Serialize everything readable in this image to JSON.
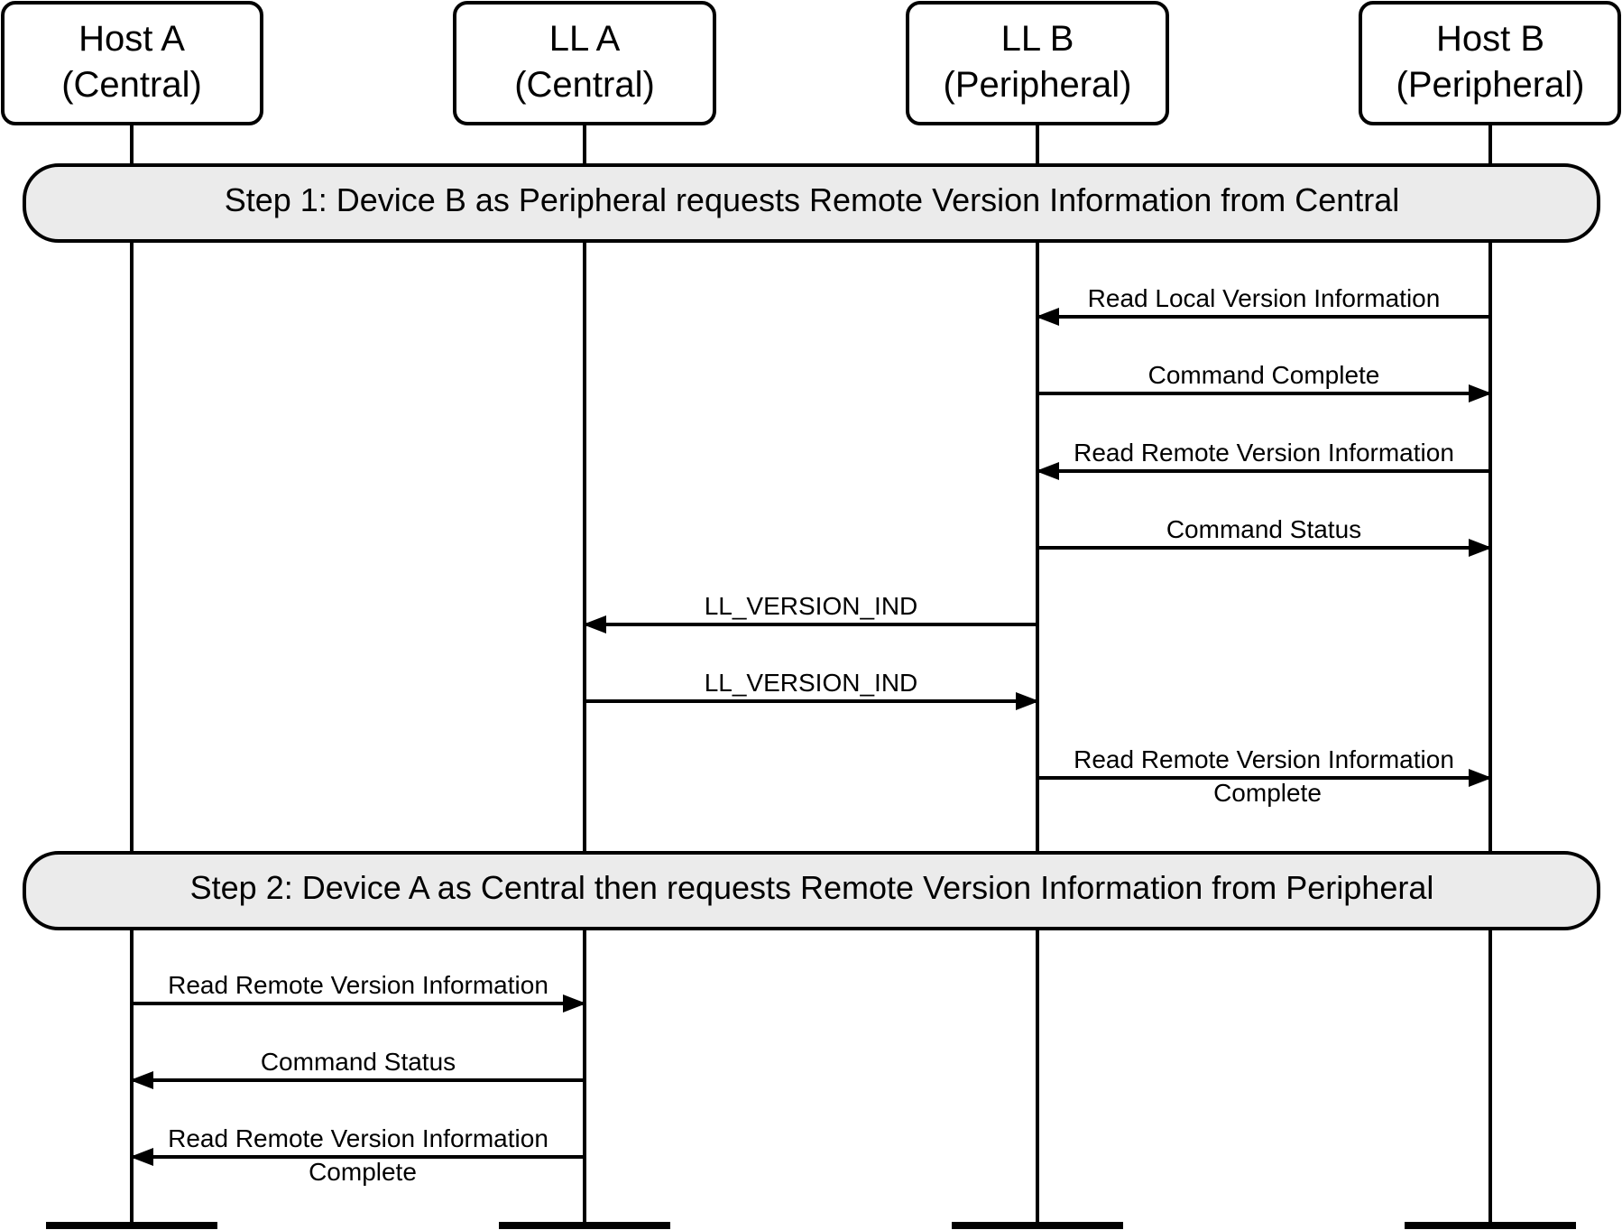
{
  "participants": [
    {
      "line1": "Host A",
      "line2": "(Central)"
    },
    {
      "line1": "LL A",
      "line2": "(Central)"
    },
    {
      "line1": "LL B",
      "line2": "(Peripheral)"
    },
    {
      "line1": "Host B",
      "line2": "(Peripheral)"
    }
  ],
  "steps": [
    {
      "label": "Step 1:  Device B as Peripheral requests Remote Version Information from Central"
    },
    {
      "label": "Step 2:  Device A as Central then requests Remote Version Information from Peripheral"
    }
  ],
  "messages": [
    {
      "from": 3,
      "to": 2,
      "label": "Read Local Version Information"
    },
    {
      "from": 2,
      "to": 3,
      "label": "Command Complete"
    },
    {
      "from": 3,
      "to": 2,
      "label": "Read Remote Version Information"
    },
    {
      "from": 2,
      "to": 3,
      "label": "Command Status"
    },
    {
      "from": 2,
      "to": 1,
      "label": "LL_VERSION_IND"
    },
    {
      "from": 1,
      "to": 2,
      "label": "LL_VERSION_IND"
    },
    {
      "from": 2,
      "to": 3,
      "label": "Read Remote Version Information",
      "label2": "Complete"
    },
    {
      "from": 0,
      "to": 1,
      "label": "Read Remote Version Information"
    },
    {
      "from": 1,
      "to": 0,
      "label": "Command Status"
    },
    {
      "from": 1,
      "to": 0,
      "label": "Read Remote Version Information",
      "label2": "Complete"
    }
  ],
  "colors": {
    "line": "#000000",
    "box_fill": "#ffffff",
    "step_fill": "#ebebeb"
  }
}
